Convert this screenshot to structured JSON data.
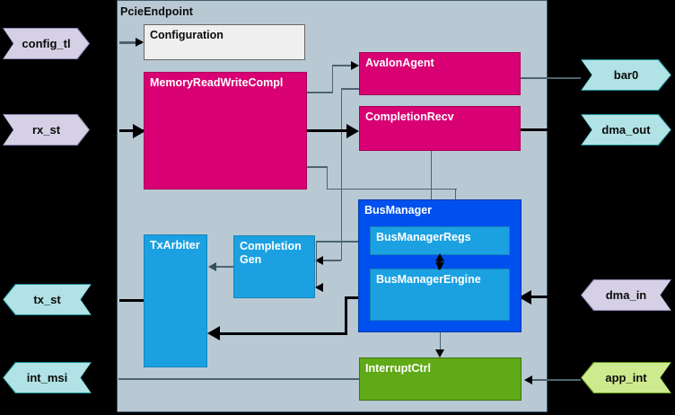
{
  "diagram": {
    "title": "PcieEndpoint",
    "container_name": "PcieEndpoint"
  },
  "blocks": {
    "configuration": {
      "label": "Configuration",
      "color": "#efefef"
    },
    "memory_read_write_compl": {
      "label": "MemoryReadWriteCompl",
      "color": "#d80073"
    },
    "avalon_agent": {
      "label": "AvalonAgent",
      "color": "#d80073"
    },
    "completion_recv": {
      "label": "CompletionRecv",
      "color": "#d80073"
    },
    "bus_manager": {
      "label": "BusManager",
      "color": "#0050ef"
    },
    "bus_manager_regs": {
      "label": "BusManagerRegs",
      "color": "#1ba1e2"
    },
    "bus_manager_engine": {
      "label": "BusManagerEngine",
      "color": "#1ba1e2"
    },
    "tx_arbiter": {
      "label": "TxArbiter",
      "color": "#1ba1e2"
    },
    "completion_gen": {
      "label": "Completion\nGen",
      "color": "#1ba1e2"
    },
    "interrupt_ctrl": {
      "label": "InterruptCtrl",
      "color": "#60a917"
    }
  },
  "ports": {
    "left": [
      {
        "name": "config_tl",
        "label": "config_tl",
        "color": "#d5d0e5",
        "direction": "in"
      },
      {
        "name": "rx_st",
        "label": "rx_st",
        "color": "#d5d0e5",
        "direction": "in"
      },
      {
        "name": "tx_st",
        "label": "tx_st",
        "color": "#b1e2e5",
        "direction": "out"
      },
      {
        "name": "int_msi",
        "label": "int_msi",
        "color": "#b1e2e5",
        "direction": "out"
      }
    ],
    "right": [
      {
        "name": "bar0",
        "label": "bar0",
        "color": "#b1e2e5",
        "direction": "out"
      },
      {
        "name": "dma_out",
        "label": "dma_out",
        "color": "#b1e2e5",
        "direction": "out"
      },
      {
        "name": "dma_in",
        "label": "dma_in",
        "color": "#d5d0e5",
        "direction": "in"
      },
      {
        "name": "app_int",
        "label": "app_int",
        "color": "#cdeb8e",
        "direction": "in"
      }
    ]
  },
  "colors": {
    "background": "#000000",
    "container_fill": "#b8c9d4",
    "container_stroke": "#415a6b",
    "magenta": "#d80073",
    "light_blue": "#1ba1e2",
    "dark_blue": "#0050ef",
    "green": "#60a917",
    "grey_box": "#efefef",
    "line": "#4d6470",
    "line_bold": "#000000"
  }
}
